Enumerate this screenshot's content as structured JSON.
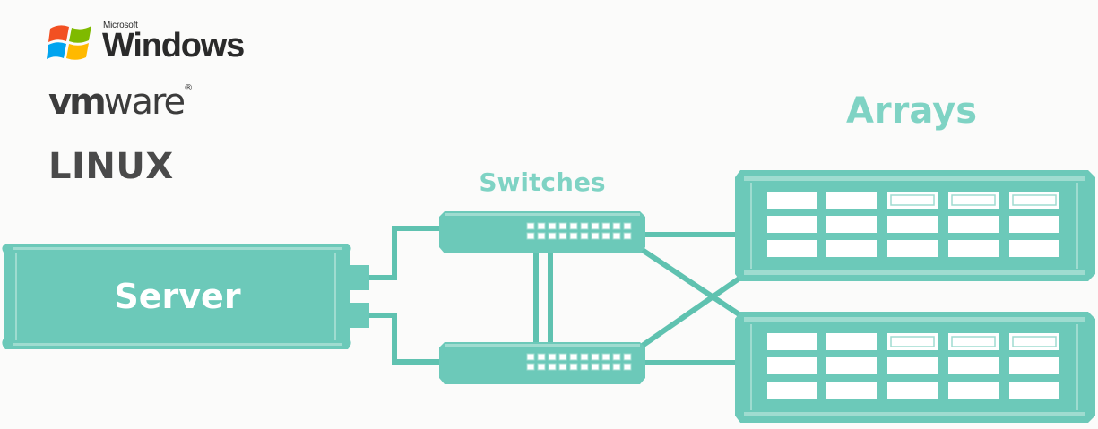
{
  "os_logos": {
    "microsoft_small": "Microsoft",
    "windows": "Windows",
    "vmware_bold": "vm",
    "vmware_rest": "ware",
    "vmware_mark": "®",
    "linux": "LINUX"
  },
  "labels": {
    "server": "Server",
    "switches": "Switches",
    "arrays": "Arrays"
  },
  "colors": {
    "teal_fill": "#6cc9b9",
    "teal_light": "#9fdcd0",
    "teal_line": "#5fc2b0",
    "label_teal": "#7fd3c4",
    "text_dark": "#2a2a2a"
  }
}
